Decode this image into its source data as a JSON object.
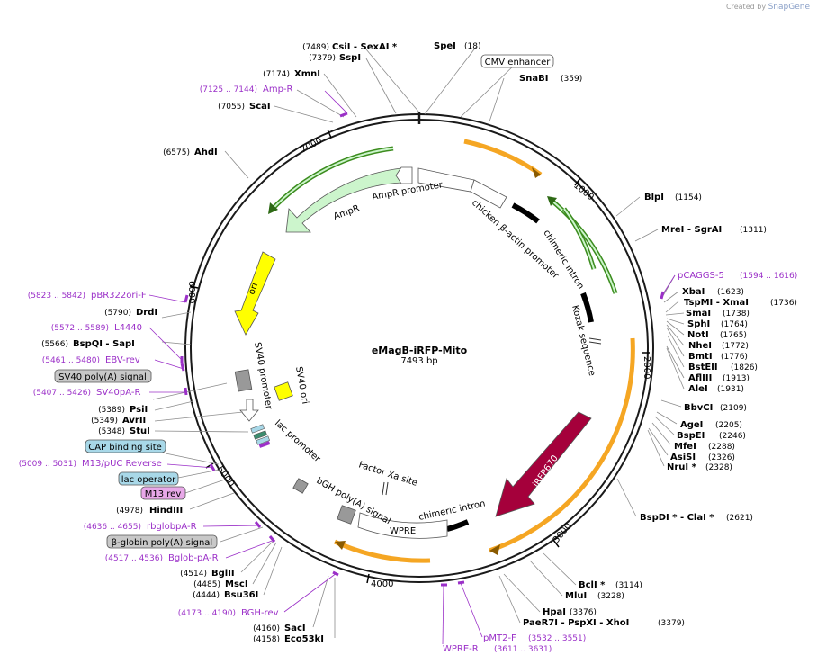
{
  "credit": {
    "prefix": "Created by",
    "brand": "SnapGene"
  },
  "plasmid": {
    "name": "eMagB-iRFP-Mito",
    "length_label": "7493 bp"
  },
  "ticks": [
    {
      "label": "1000"
    },
    {
      "label": "2000"
    },
    {
      "label": "3000"
    },
    {
      "label": "4000"
    },
    {
      "label": "5000"
    },
    {
      "label": "6000"
    },
    {
      "label": "7000"
    }
  ],
  "sites_right": [
    {
      "name": "SpeI",
      "pos": "(18)"
    },
    {
      "name": "SnaBI",
      "pos": "(359)"
    },
    {
      "name": "BlpI",
      "pos": "(1154)"
    },
    {
      "name": "MreI  - SgrAI",
      "pos": "(1311)"
    },
    {
      "name": "XbaI",
      "pos": "(1623)"
    },
    {
      "name": "TspMI  - XmaI",
      "pos": "(1736)"
    },
    {
      "name": "SmaI",
      "pos": "(1738)"
    },
    {
      "name": "SphI",
      "pos": "(1764)"
    },
    {
      "name": "NotI",
      "pos": "(1765)"
    },
    {
      "name": "NheI",
      "pos": "(1772)"
    },
    {
      "name": "BmtI",
      "pos": "(1776)"
    },
    {
      "name": "BstEII",
      "pos": "(1826)"
    },
    {
      "name": "AflIII",
      "pos": "(1913)"
    },
    {
      "name": "AleI",
      "pos": "(1931)"
    },
    {
      "name": "BbvCI",
      "pos": "(2109)"
    },
    {
      "name": "AgeI",
      "pos": "(2205)"
    },
    {
      "name": "BspEI",
      "pos": "(2246)"
    },
    {
      "name": "MfeI",
      "pos": "(2288)"
    },
    {
      "name": "AsiSI",
      "pos": "(2326)"
    },
    {
      "name": "NruI *",
      "pos": "(2328)"
    },
    {
      "name": "BspDI *  - ClaI *",
      "pos": "(2621)"
    },
    {
      "name": "BclI *",
      "pos": "(3114)"
    },
    {
      "name": "MluI",
      "pos": "(3228)"
    },
    {
      "name": "HpaI",
      "pos": "(3376)"
    },
    {
      "name": "PaeR7I  - PspXI  - XhoI",
      "pos": "(3379)"
    }
  ],
  "sites_left": [
    {
      "name": "CsiI  - SexAI *",
      "pos": "(7489)"
    },
    {
      "name": "SspI",
      "pos": "(7379)"
    },
    {
      "name": "XmnI",
      "pos": "(7174)"
    },
    {
      "name": "ScaI",
      "pos": "(7055)"
    },
    {
      "name": "AhdI",
      "pos": "(6575)"
    },
    {
      "name": "DrdI",
      "pos": "(5790)"
    },
    {
      "name": "BspQI  - SapI",
      "pos": "(5566)"
    },
    {
      "name": "PsiI",
      "pos": "(5389)"
    },
    {
      "name": "AvrII",
      "pos": "(5349)"
    },
    {
      "name": "StuI",
      "pos": "(5348)"
    },
    {
      "name": "HindIII",
      "pos": "(4978)"
    },
    {
      "name": "BglII",
      "pos": "(4514)"
    },
    {
      "name": "MscI",
      "pos": "(4485)"
    },
    {
      "name": "Bsu36I",
      "pos": "(4444)"
    },
    {
      "name": "SacI",
      "pos": "(4160)"
    },
    {
      "name": "Eco53kI",
      "pos": "(4158)"
    }
  ],
  "primers": [
    {
      "name": "Amp-R",
      "range": "(7125 .. 7144)"
    },
    {
      "name": "pBR322ori-F",
      "range": "(5823 .. 5842)"
    },
    {
      "name": "L4440",
      "range": "(5572 .. 5589)"
    },
    {
      "name": "EBV-rev",
      "range": "(5461 .. 5480)"
    },
    {
      "name": "SV40pA-R",
      "range": "(5407 .. 5426)"
    },
    {
      "name": "M13/pUC Reverse",
      "range": "(5009 .. 5031)"
    },
    {
      "name": "rbglobpA-R",
      "range": "(4636 .. 4655)"
    },
    {
      "name": "Bglob-pA-R",
      "range": "(4517 .. 4536)"
    },
    {
      "name": "BGH-rev",
      "range": "(4173 .. 4190)"
    },
    {
      "name": "pCAGGS-5",
      "range": "(1594 .. 1616)"
    },
    {
      "name": "pMT2-F",
      "range": "(3532 .. 3551)"
    },
    {
      "name": "WPRE-R",
      "range": "(3611 .. 3631)"
    }
  ],
  "boxed_labels": {
    "cmv": "CMV enhancer",
    "sv40pa": "SV40 poly(A) signal",
    "cap": "CAP binding site",
    "lacop": "lac operator",
    "m13rev": "M13 rev",
    "bglobin": "β-globin poly(A) signal"
  },
  "features": {
    "ampr_promoter": "AmpR promoter",
    "ampr": "AmpR",
    "ori": "ori",
    "chicken_promoter": "chicken β-actin promoter",
    "chimeric_intron_top": "chimeric intron",
    "kozak": "Kozak sequence",
    "irfp670": "iRFP670",
    "chimeric_intron_bottom": "chimeric intron",
    "wpre": "WPRE",
    "bgh": "bGH poly(A) signal",
    "factor_xa": "Factor Xa site",
    "lac_promoter": "lac promoter",
    "sv40_promoter": "SV40 promoter",
    "sv40_ori": "SV40 ori"
  },
  "colors": {
    "backbone": "#1a1a1a",
    "ampr": "#ccf5cc",
    "ori": "#ffff00",
    "irfp": "#a5003b",
    "primer": "#9b30c8",
    "orange_arrow": "#f5a623",
    "green_arrow": "#3c8c1e"
  }
}
